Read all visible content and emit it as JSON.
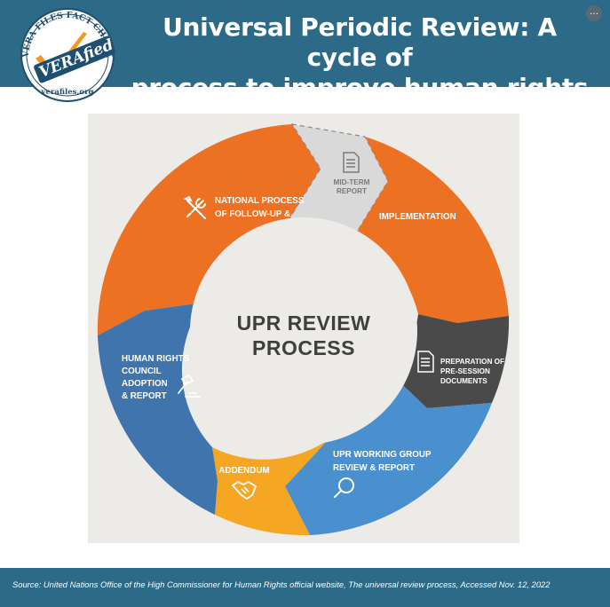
{
  "header": {
    "title_line1": "Universal Periodic Review: A cycle of",
    "title_line2": "process to improve human rights",
    "more_label": "…"
  },
  "logo": {
    "arc_text": "VERA FILES FACT CHECK",
    "brand": "VERAfied",
    "site": "verafiles.org"
  },
  "diagram": {
    "center_line1": "UPR REVIEW",
    "center_line2": "PROCESS",
    "segments": [
      {
        "id": "implementation",
        "lines": [
          "IMPLEMENTATION"
        ],
        "color": "#ec7123",
        "icon": "none"
      },
      {
        "id": "preparation",
        "lines": [
          "PREPARATION OF",
          "PRE-SESSION",
          "DOCUMENTS"
        ],
        "color": "#4a4a4a",
        "icon": "document-icon"
      },
      {
        "id": "working-group",
        "lines": [
          "UPR WORKING GROUP",
          "REVIEW & REPORT"
        ],
        "color": "#4a8fce",
        "icon": "magnifier-icon"
      },
      {
        "id": "addendum",
        "lines": [
          "ADDENDUM"
        ],
        "color": "#f5a623",
        "icon": "handshake-icon"
      },
      {
        "id": "adoption",
        "lines": [
          "HUMAN RIGHTS",
          "COUNCIL",
          "ADOPTION",
          "& REPORT"
        ],
        "color": "#3f74ad",
        "icon": "gavel-icon"
      },
      {
        "id": "national-process",
        "lines": [
          "NATIONAL PROCESS",
          "OF FOLLOW-UP &"
        ],
        "color": "#ec7123",
        "icon": "tools-icon"
      },
      {
        "id": "mid-term",
        "lines": [
          "MID-TERM",
          "REPORT"
        ],
        "color": "#d9d9d9",
        "icon": "document-icon"
      }
    ]
  },
  "footer": {
    "source": "Source: United Nations Office of the High Commissioner for Human Rights official website, The universal review process, Accessed Nov. 12, 2022"
  }
}
